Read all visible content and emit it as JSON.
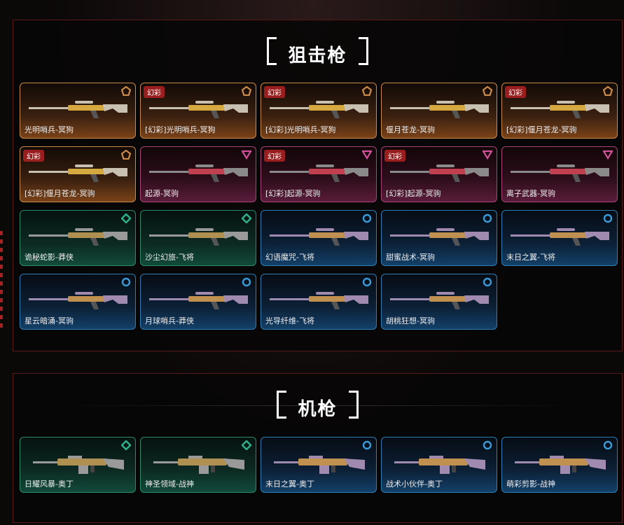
{
  "sections": [
    {
      "title": "狙击枪",
      "items": [
        {
          "name": "光明哨兵-冥狗",
          "rarity": "gold",
          "tag": ""
        },
        {
          "name": "[幻彩]光明哨兵-冥狗",
          "rarity": "gold",
          "tag": "幻彩"
        },
        {
          "name": "[幻彩]光明哨兵-冥狗",
          "rarity": "gold",
          "tag": "幻彩"
        },
        {
          "name": "偃月苍龙-冥驹",
          "rarity": "gold",
          "tag": ""
        },
        {
          "name": "[幻彩]偃月苍龙-冥驹",
          "rarity": "gold",
          "tag": "幻彩"
        },
        {
          "name": "[幻彩]偃月苍龙-冥驹",
          "rarity": "gold",
          "tag": "幻彩"
        },
        {
          "name": "起源-冥驹",
          "rarity": "pink",
          "tag": ""
        },
        {
          "name": "[幻彩]起源-冥驹",
          "rarity": "pink",
          "tag": "幻彩"
        },
        {
          "name": "[幻彩]起源-冥驹",
          "rarity": "pink",
          "tag": "幻彩"
        },
        {
          "name": "离子武器-冥驹",
          "rarity": "pink",
          "tag": ""
        },
        {
          "name": "诡秘蛇影-莽侠",
          "rarity": "green",
          "tag": ""
        },
        {
          "name": "沙尘幻旅-飞将",
          "rarity": "green",
          "tag": ""
        },
        {
          "name": "幻语魔咒-飞将",
          "rarity": "blue",
          "tag": ""
        },
        {
          "name": "甜蜜战术-冥驹",
          "rarity": "blue",
          "tag": ""
        },
        {
          "name": "末日之翼-飞将",
          "rarity": "blue",
          "tag": ""
        },
        {
          "name": "星云暗涌-冥驹",
          "rarity": "blue",
          "tag": ""
        },
        {
          "name": "月球哨兵-莽侠",
          "rarity": "blue",
          "tag": ""
        },
        {
          "name": "光导纤维-飞将",
          "rarity": "blue",
          "tag": ""
        },
        {
          "name": "胡桃狂想-冥驹",
          "rarity": "blue",
          "tag": ""
        }
      ]
    },
    {
      "title": "机枪",
      "items": [
        {
          "name": "日耀风暴-奥丁",
          "rarity": "green",
          "tag": ""
        },
        {
          "name": "神圣领域-战神",
          "rarity": "green",
          "tag": ""
        },
        {
          "name": "末日之翼-奥丁",
          "rarity": "blue",
          "tag": ""
        },
        {
          "name": "战术小伙伴-奥丁",
          "rarity": "blue",
          "tag": ""
        },
        {
          "name": "萌彩剪影-战神",
          "rarity": "blue",
          "tag": ""
        }
      ]
    }
  ],
  "colors": {
    "gold": "#c98a4a",
    "pink": "#d0509a",
    "green": "#2fb08a",
    "blue": "#3a9ad8"
  }
}
